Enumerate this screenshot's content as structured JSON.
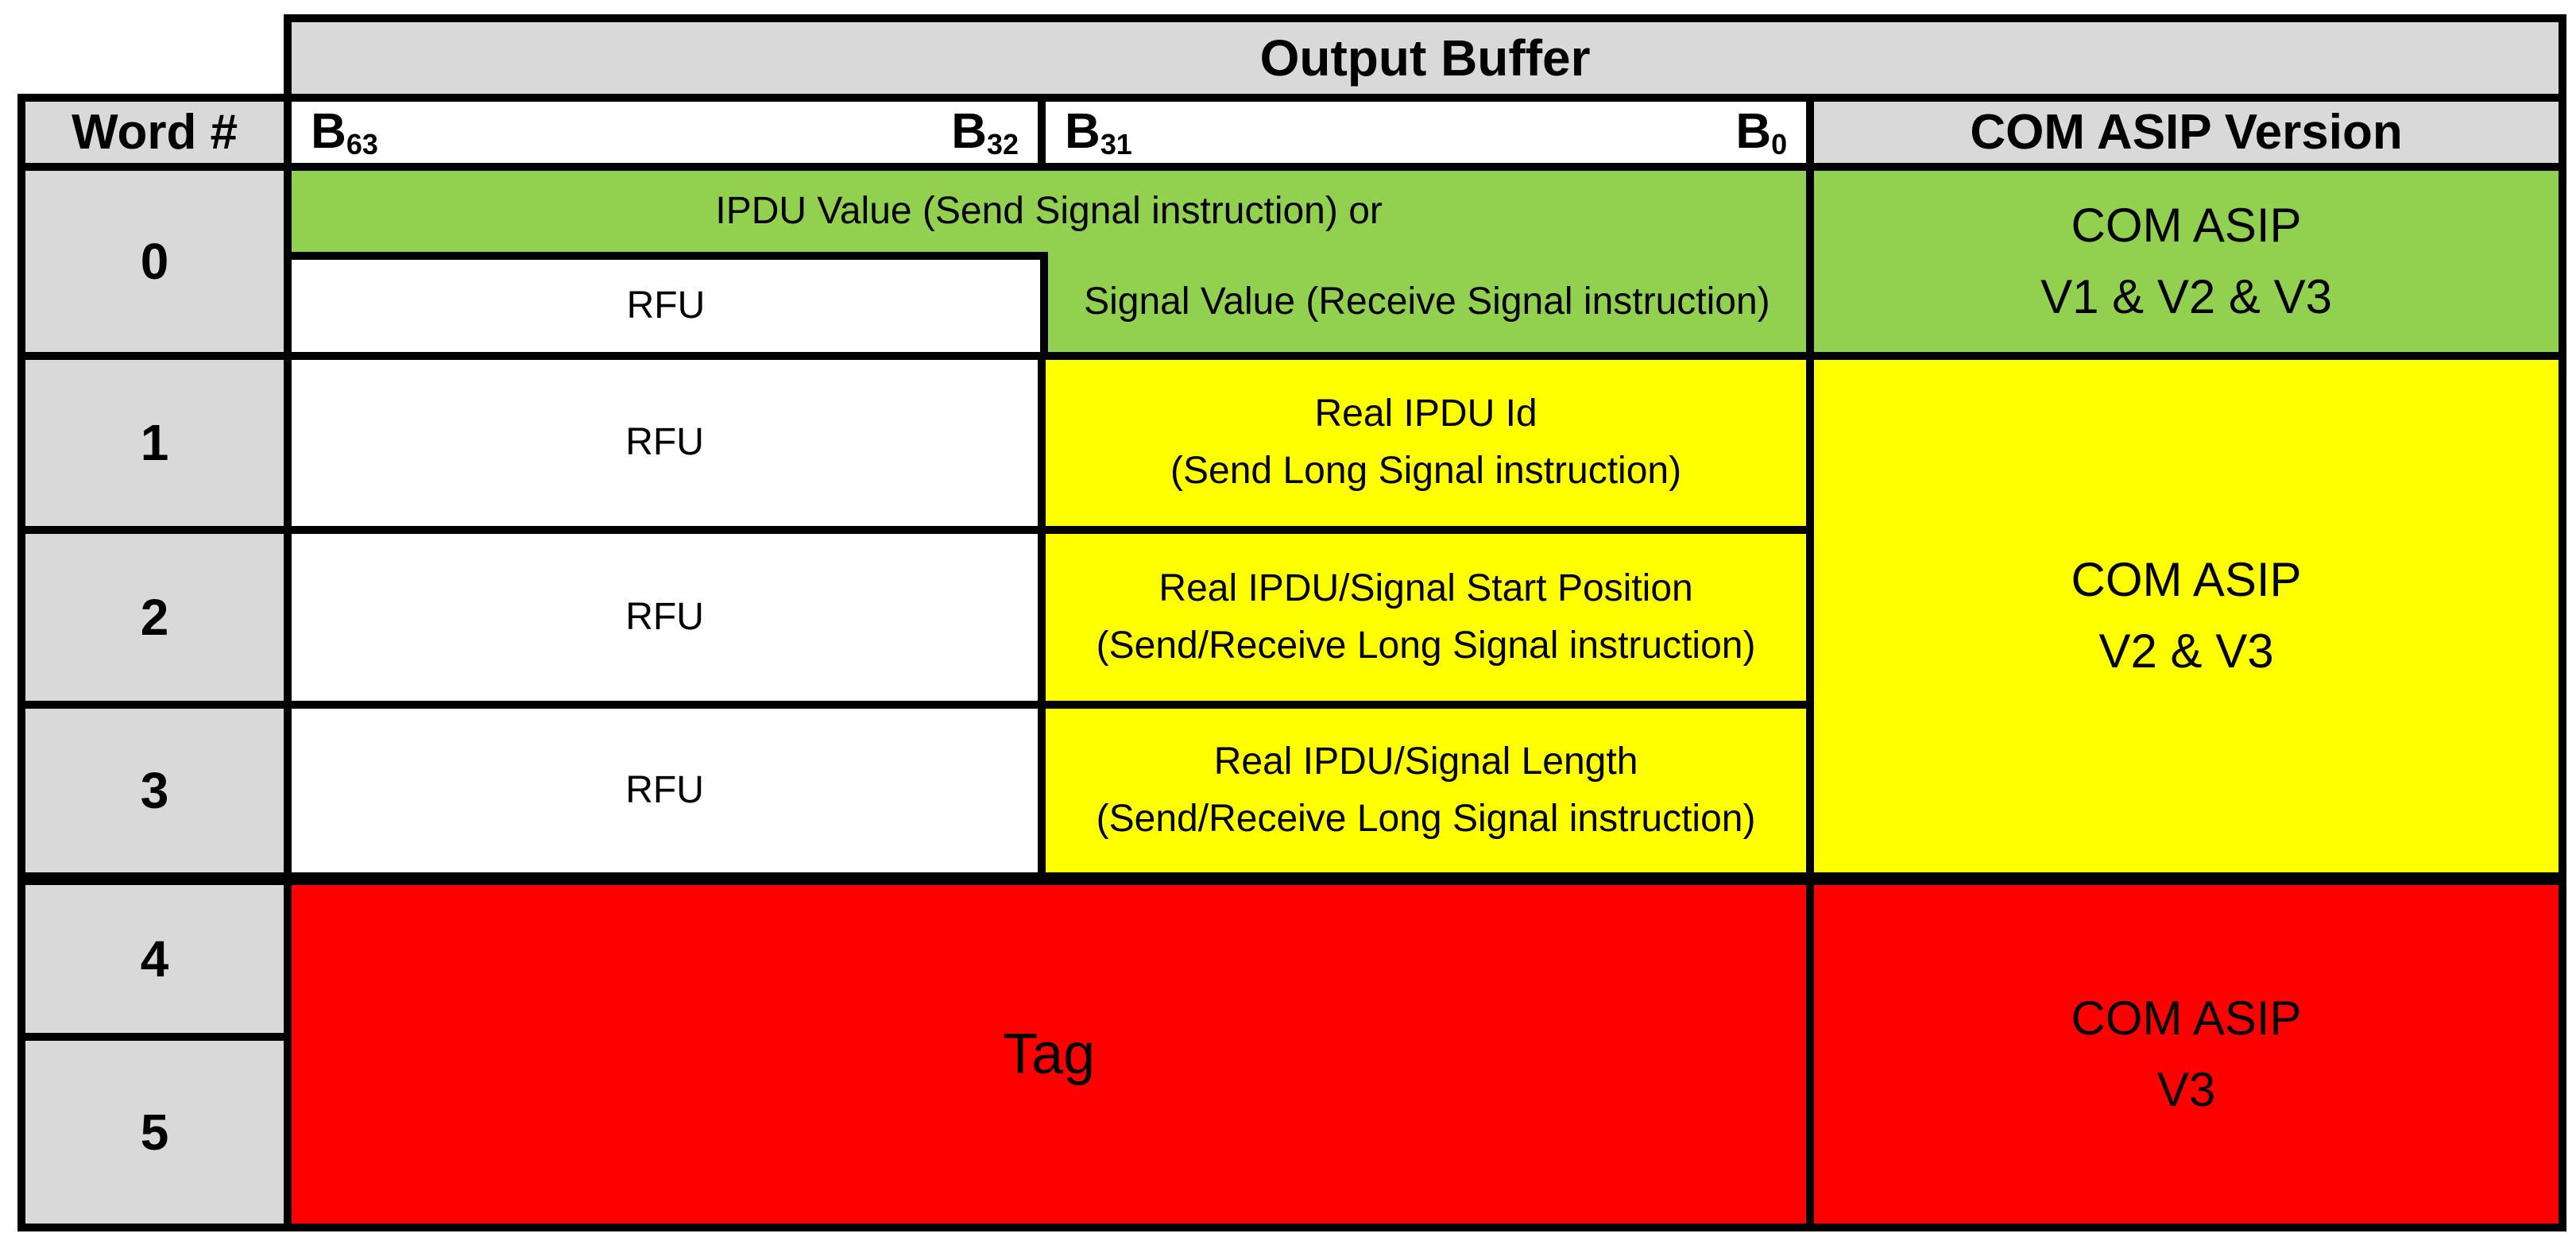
{
  "figure": {
    "title": "Output Buffer",
    "columns": {
      "word_header": "Word #",
      "bits_high": {
        "start_base": "B",
        "start_sub": "63",
        "end_base": "B",
        "end_sub": "32"
      },
      "bits_low": {
        "start_base": "B",
        "start_sub": "31",
        "end_base": "B",
        "end_sub": "0"
      },
      "version_header": "COM ASIP Version"
    },
    "rows": {
      "row0": {
        "word": "0",
        "ipdu_or": "IPDU Value (Send Signal instruction) or",
        "rfu": "RFU",
        "signal_value": "Signal Value (Receive Signal instruction)",
        "version_line1": "COM ASIP",
        "version_line2": "V1 & V2 & V3"
      },
      "row1": {
        "word": "1",
        "rfu": "RFU",
        "line1": "Real IPDU Id",
        "line2": "(Send Long Signal instruction)"
      },
      "row2": {
        "word": "2",
        "rfu": "RFU",
        "line1": "Real IPDU/Signal Start Position",
        "line2": "(Send/Receive Long Signal instruction)"
      },
      "row3": {
        "word": "3",
        "rfu": "RFU",
        "line1": "Real IPDU/Signal Length",
        "line2": "(Send/Receive Long Signal instruction)"
      },
      "rows123_version": {
        "line1": "COM ASIP",
        "line2": "V2 & V3"
      },
      "rows45": {
        "word4": "4",
        "word5": "5",
        "tag": "Tag",
        "version_line1": "COM ASIP",
        "version_line2": "V3"
      }
    }
  },
  "colors": {
    "green": "#92D050",
    "yellow": "#FFFF00",
    "red": "#FF0000",
    "gray": "#D9D9D9",
    "border": "#000000"
  }
}
